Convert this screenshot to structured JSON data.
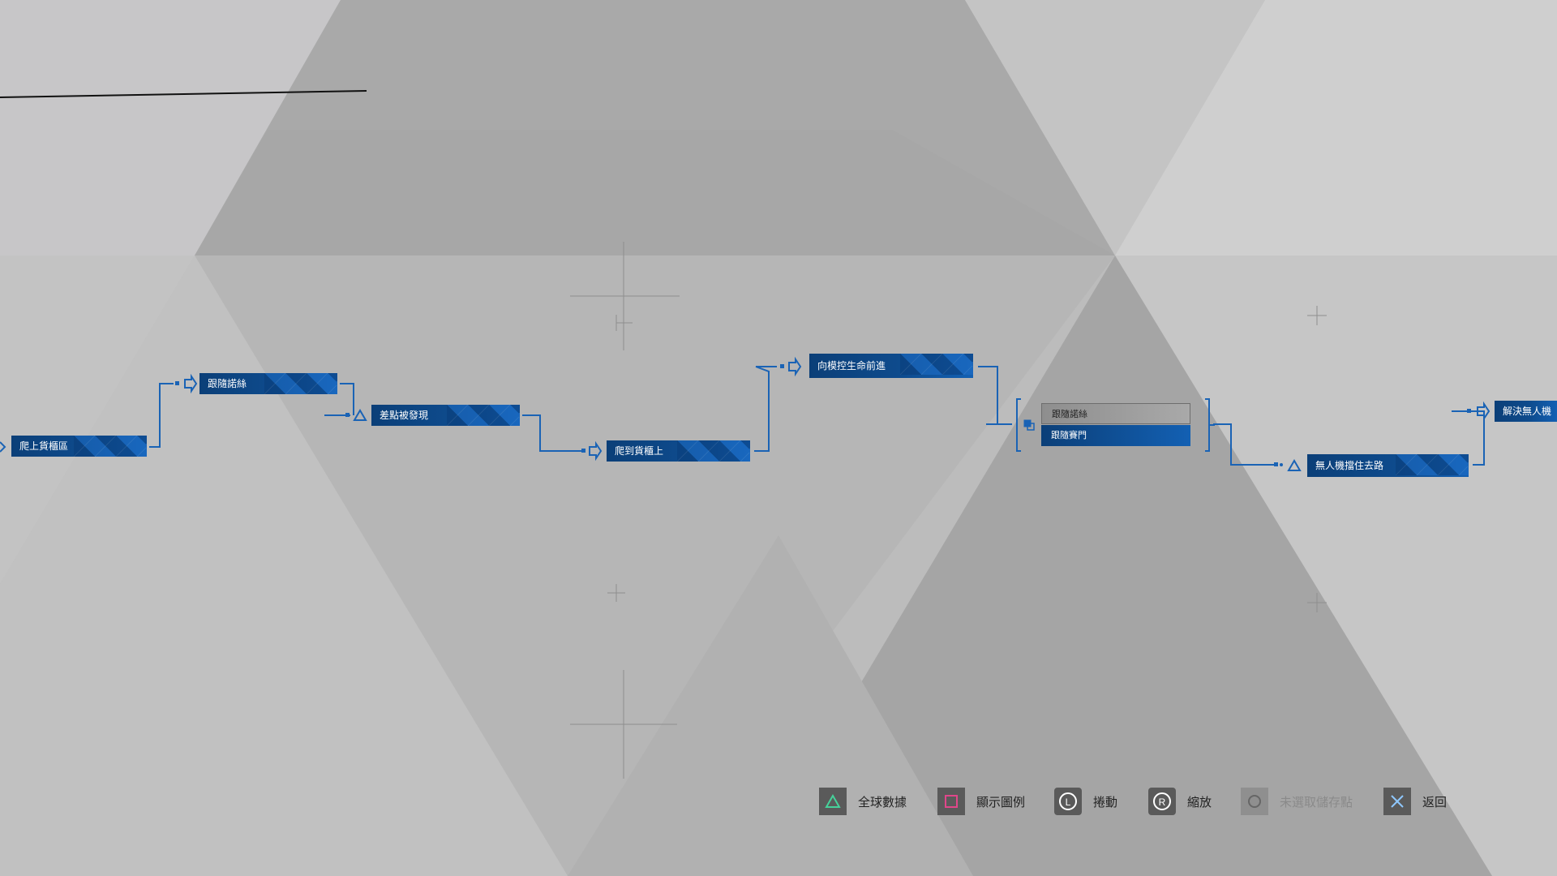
{
  "colors": {
    "node_blue": "#0e4b8d",
    "line_blue": "#1a63b5",
    "triangle_green": "#46d19a",
    "square_pink": "#e0478a"
  },
  "nodes": [
    {
      "id": "n1",
      "label": "爬上貨櫃區"
    },
    {
      "id": "n2",
      "label": "跟隨諾絲"
    },
    {
      "id": "n3",
      "label": "差點被發現"
    },
    {
      "id": "n4",
      "label": "爬到貨櫃上"
    },
    {
      "id": "n5",
      "label": "向模控生命前進"
    },
    {
      "id": "n6",
      "label": "無人機擋住去路"
    },
    {
      "id": "n7",
      "label": "解決無人機"
    }
  ],
  "branch": {
    "option_locked": "跟隨諾絲",
    "option_selected": "跟隨賽門"
  },
  "hud": {
    "global_data": "全球數據",
    "show_legend": "顯示圖例",
    "scroll": "捲動",
    "zoom": "縮放",
    "checkpoint": "未選取儲存點",
    "back": "返回"
  },
  "icons": [
    "triangle-button-icon",
    "square-button-icon",
    "left-stick-icon",
    "right-stick-icon",
    "circle-button-icon",
    "cross-button-icon"
  ]
}
